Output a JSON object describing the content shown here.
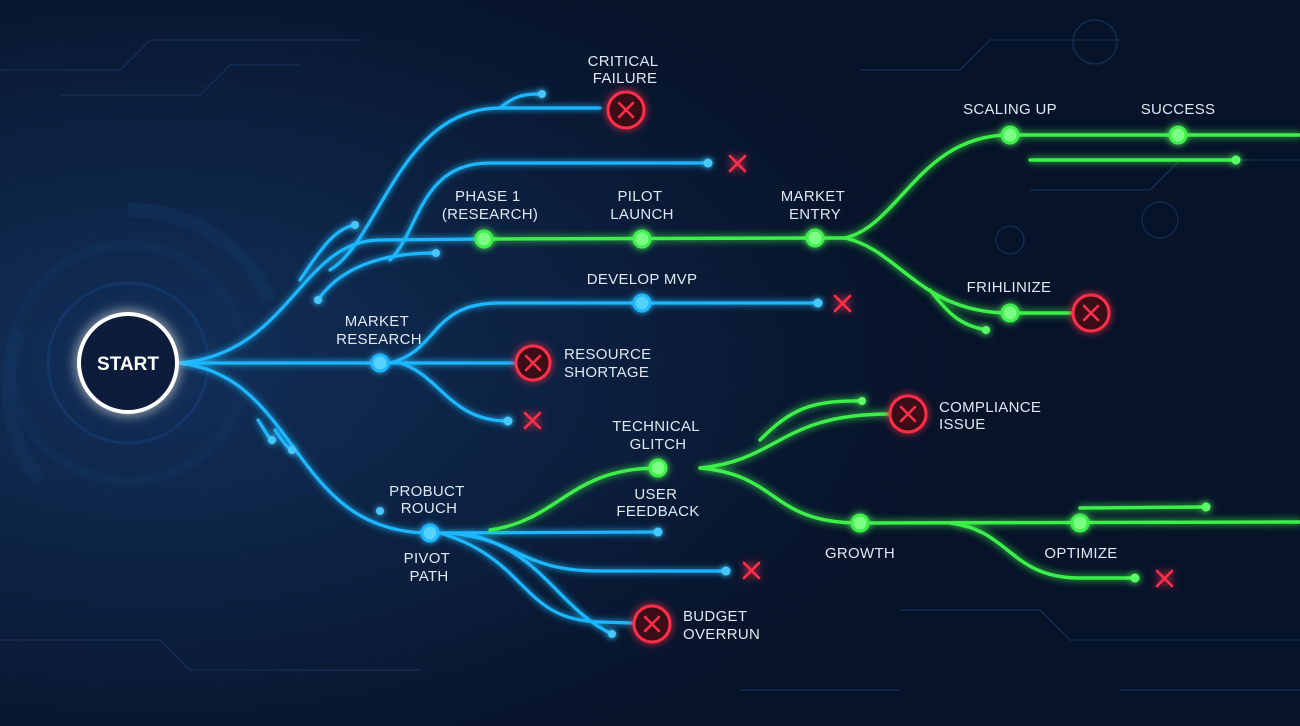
{
  "colors": {
    "background": "#071329",
    "blue_path": "#1fb7ff",
    "green_path": "#3cf04a",
    "failure": "#ff2d4a",
    "start_ring": "#ffffff"
  },
  "icons": {
    "failure_marker": "circled-x-icon",
    "dead_end_marker": "x-icon",
    "milestone": "dot-icon"
  },
  "start": {
    "label": "START"
  },
  "milestones": {
    "phase1": [
      "PHASE 1",
      "(RESEARCH)"
    ],
    "pilot_launch": [
      "PILOT",
      "LAUNCH"
    ],
    "market_entry": [
      "MARKET",
      "ENTRY"
    ],
    "scaling_up": [
      "SCALING UP"
    ],
    "success": [
      "SUCCESS"
    ],
    "frihlinize": [
      "FRIHLINIZE"
    ],
    "market_research": [
      "MARKET",
      "RESEARCH"
    ],
    "develop_mvp": [
      "DEVELOP MVP"
    ],
    "technical_glitch": [
      "TECHNICAL",
      "GLITCH"
    ],
    "user_feedback": [
      "USER",
      "FEEDBACK"
    ],
    "product_rouch": [
      "PROBUCT",
      "ROUCH"
    ],
    "pivot_path": [
      "PIVOT",
      "PATH"
    ],
    "growth": [
      "GROWTH"
    ],
    "optimize": [
      "OPTIMIZE"
    ]
  },
  "failures": {
    "critical_failure": [
      "CRITICAL",
      "FAILURE"
    ],
    "resource_shortage": [
      "RESOURCE",
      "SHORTAGE"
    ],
    "compliance_issue": [
      "COMPLIANCE",
      "ISSUE"
    ],
    "budget_overrun": [
      "BUDGET",
      "OVERRUN"
    ]
  }
}
